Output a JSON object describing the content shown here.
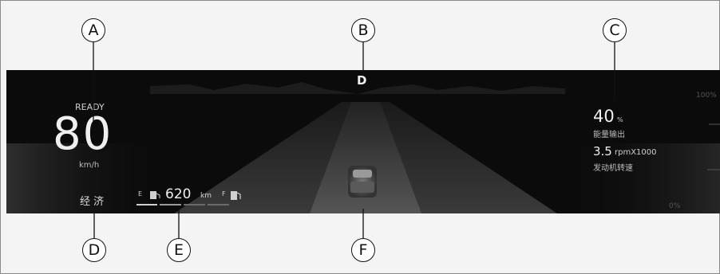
{
  "callouts": {
    "a": "A",
    "b": "B",
    "c": "C",
    "d": "D",
    "e": "E",
    "f": "F"
  },
  "dashboard": {
    "gear": "D",
    "ready": "READY",
    "speed": "80",
    "speed_unit": "km/h",
    "drive_mode": "经 济",
    "fuel": {
      "empty_label": "E",
      "range": "620",
      "range_unit": "km",
      "full_label": "F"
    },
    "energy": {
      "value": "40",
      "unit": "%",
      "label": "能量输出"
    },
    "rpm": {
      "value": "3.5",
      "unit": "rpmX1000",
      "label": "发动机转速"
    },
    "scale": {
      "max": "100%",
      "min": "0%"
    }
  }
}
